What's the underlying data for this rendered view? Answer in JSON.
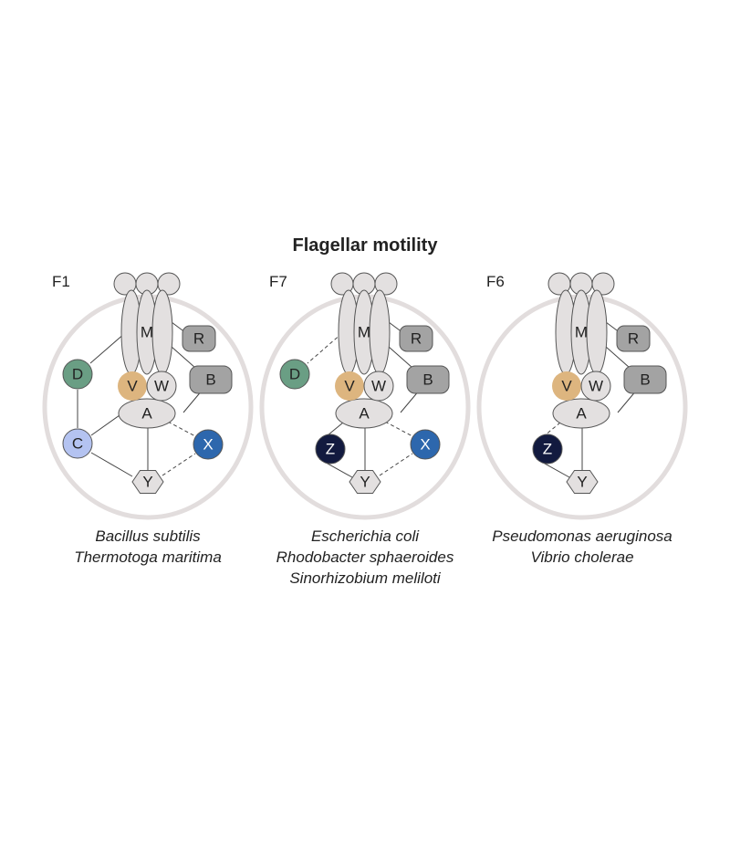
{
  "title": "Flagellar motility",
  "colors": {
    "container": "#e2dddd",
    "flagellum": "#e3e0e0",
    "gray_box": "#a3a3a3",
    "V": "#ddb57f",
    "D": "#6a9e84",
    "C": "#b4c3f1",
    "X": "#2d67ad",
    "Z": "#121a3f",
    "outline": "#555555"
  },
  "panels": [
    {
      "label": "F1",
      "species": [
        "Bacillus subtilis",
        "Thermotoga maritima"
      ],
      "nodes": {
        "M": "M",
        "R": "R",
        "B": "B",
        "V": "V",
        "W": "W",
        "A": "A",
        "Y": "Y",
        "D": "D",
        "C": "C",
        "X": "X"
      },
      "has": [
        "D",
        "C",
        "X"
      ]
    },
    {
      "label": "F7",
      "species": [
        "Escherichia coli",
        "Rhodobacter sphaeroides",
        "Sinorhizobium meliloti"
      ],
      "nodes": {
        "M": "M",
        "R": "R",
        "B": "B",
        "V": "V",
        "W": "W",
        "A": "A",
        "Y": "Y",
        "D": "D",
        "Z": "Z",
        "X": "X"
      },
      "has": [
        "D",
        "Z",
        "X"
      ]
    },
    {
      "label": "F6",
      "species": [
        "Pseudomonas aeruginosa",
        "Vibrio cholerae"
      ],
      "nodes": {
        "M": "M",
        "R": "R",
        "B": "B",
        "V": "V",
        "W": "W",
        "A": "A",
        "Y": "Y",
        "Z": "Z"
      },
      "has": [
        "Z"
      ]
    }
  ]
}
